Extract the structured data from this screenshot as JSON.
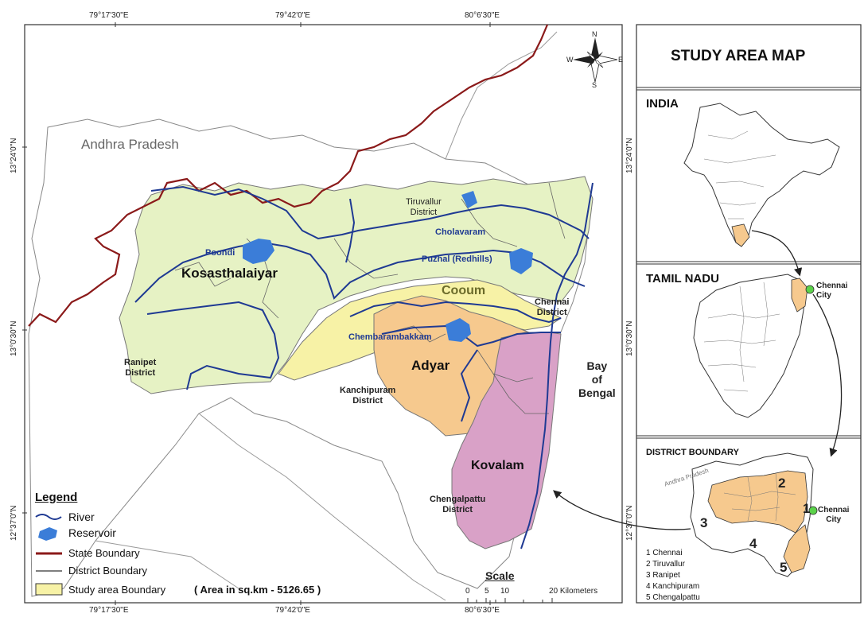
{
  "coords": {
    "top": [
      "79°17'30\"E",
      "79°42'0\"E",
      "80°6'30\"E"
    ],
    "bottom": [
      "79°17'30\"E",
      "79°42'0\"E",
      "80°6'30\"E"
    ],
    "left": [
      "13°24'0\"N",
      "13°0'30\"N",
      "12°37'0\"N"
    ],
    "right": [
      "13°24'0\"N",
      "13°0'30\"N",
      "12°37'0\"N"
    ]
  },
  "compass": {
    "n": "N",
    "s": "S",
    "e": "E",
    "w": "W"
  },
  "map_labels": {
    "andhra": "Andhra Pradesh",
    "tiruvallur": "Tiruvallur\nDistrict",
    "cholavaram": "Cholavaram",
    "poondi": "Poondi",
    "puzhal": "Puzhal (Redhills)",
    "kosasthalaiyar": "Kosasthalaiyar",
    "cooum": "Cooum",
    "chennai_district": "Chennai\nDistrict",
    "chembarambakkam": "Chembarambakkam",
    "ranipet": "Ranipet\nDistrict",
    "adyar": "Adyar",
    "kanchipuram": "Kanchipuram\nDistrict",
    "bay": "Bay\nof\nBengal",
    "kovalam": "Kovalam",
    "chengalpattu": "Chengalpattu\nDistrict"
  },
  "legend": {
    "title": "Legend",
    "river": "River",
    "reservoir": "Reservoir",
    "state": "State Boundary",
    "district": "District Boundary",
    "study": "Study area Boundary",
    "area": "( Area in sq.km - 5126.65 )"
  },
  "scale": {
    "title": "Scale",
    "ticks": [
      "0",
      "5",
      "10",
      "20 Kilometers"
    ]
  },
  "right_panel": {
    "title": "STUDY AREA MAP",
    "india": "INDIA",
    "tamil_nadu": "TAMIL NADU",
    "chennai_city": "Chennai\nCity",
    "district_boundary": "DISTRICT BOUNDARY",
    "andhra_small": "Andhra Pradesh",
    "numbers": [
      "1",
      "2",
      "3",
      "4",
      "5"
    ],
    "chennai_city2": "Chennai\nCity",
    "key": [
      "1 Chennai",
      "2 Tiruvallur",
      "3 Ranipet",
      "4 Kanchipuram",
      "5 Chengalpattu"
    ]
  },
  "colors": {
    "study_area": "#E6F2C4",
    "cooum": "#F7F2A6",
    "adyar": "#F6C98E",
    "kovalam": "#D9A1C7",
    "river": "#1F3A93",
    "reservoir": "#3B7DD8",
    "state_boundary": "#8B1A1A",
    "district_boundary": "#555555"
  }
}
